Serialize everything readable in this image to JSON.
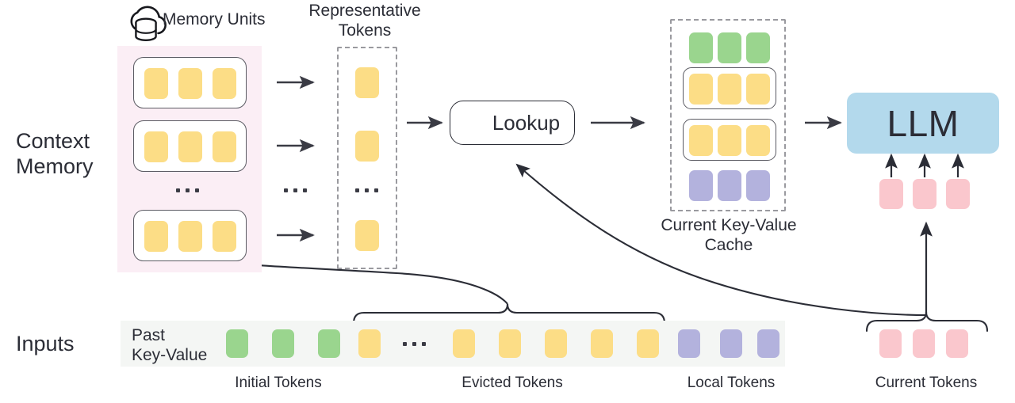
{
  "diagram": {
    "title": "Context Memory LLM inference architecture",
    "labels": {
      "context_memory": "Context\nMemory",
      "inputs": "Inputs",
      "memory_units": "Memory Units",
      "representative_tokens": "Representative\nTokens",
      "lookup": "Lookup",
      "current_kv_cache": "Current Key-Value\nCache",
      "llm": "LLM",
      "past_key_value": "Past\nKey-Value",
      "initial_tokens": "Initial Tokens",
      "evicted_tokens": "Evicted Tokens",
      "local_tokens": "Local Tokens",
      "current_tokens": "Current Tokens"
    },
    "icons": {
      "memory_units": "cloud-database-icon",
      "lookup": "magnifier-icon"
    },
    "colors": {
      "token_yellow": "#fcdd86",
      "token_green": "#9ad58e",
      "token_purple": "#b3b2dd",
      "token_pink": "#fac7cd",
      "memory_region_bg": "#fbeef5",
      "inputs_strip_bg": "#f4f6f4",
      "llm_box": "#b3d9ec",
      "stroke": "#2b2d36",
      "dashed_stroke": "#9a9a9f",
      "unit_border": "#5b5b63"
    },
    "memory_units": {
      "count_shown": 3,
      "tokens_per_unit": 3,
      "token_color": "token_yellow",
      "ellipsis": "..."
    },
    "representative_tokens": {
      "count_shown": 3,
      "token_color": "token_yellow",
      "ellipsis": "..."
    },
    "between_units_ellipsis": "...",
    "kv_cache_rows": [
      {
        "kind": "plain",
        "color": "token_green",
        "count": 3
      },
      {
        "kind": "boxed",
        "color": "token_yellow",
        "count": 3
      },
      {
        "kind": "boxed",
        "color": "token_yellow",
        "count": 3
      },
      {
        "kind": "plain",
        "color": "token_purple",
        "count": 3
      }
    ],
    "llm_input_tokens": {
      "color": "token_pink",
      "count": 3
    },
    "inputs_sequence": [
      {
        "group": "initial",
        "color": "token_green",
        "count": 3
      },
      {
        "group": "evicted_head",
        "color": "token_yellow",
        "count": 1
      },
      {
        "group": "ellipsis",
        "text": "..."
      },
      {
        "group": "evicted_tail",
        "color": "token_yellow",
        "count": 5
      },
      {
        "group": "local",
        "color": "token_purple",
        "count": 3
      }
    ],
    "current_tokens_group": {
      "color": "token_pink",
      "count": 3
    }
  }
}
